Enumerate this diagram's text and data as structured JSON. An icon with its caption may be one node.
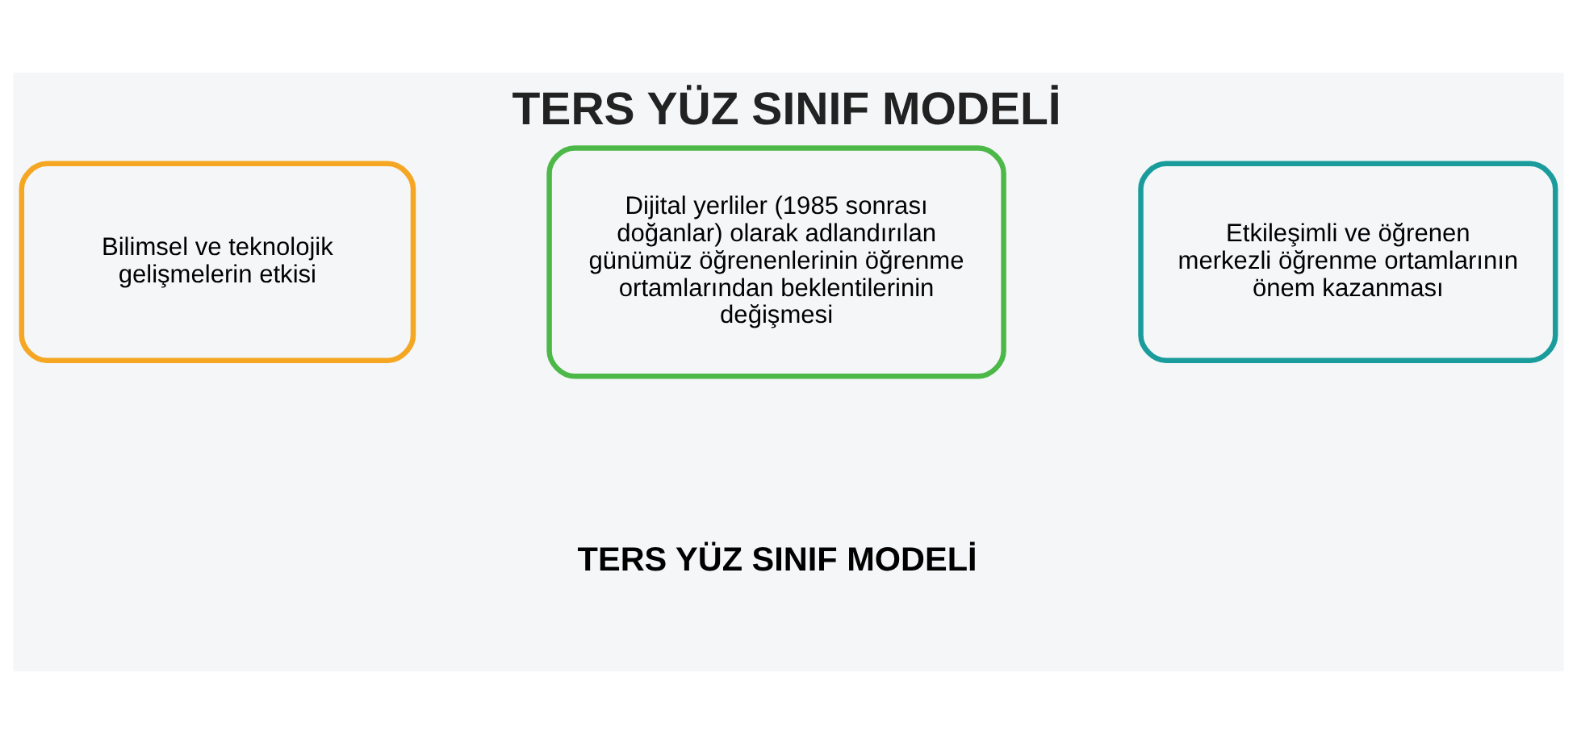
{
  "diagram": {
    "title": "TERS YÜZ SINIF MODELİ",
    "nodes": [
      {
        "text": [
          "Bilimsel ve teknolojik gelişmelerin etkisi"
        ]
      },
      {
        "text": [
          "Dijital yerliler (1985 sonrası doğanlar) olarak adlandırılan günümüz öğrenenlerinin öğrenme ortamlarından beklentilerinin değişmesi"
        ]
      },
      {
        "text": [
          "Etkileşimli ve öğrenen merkezli öğrenme ortamlarının önem kazanması"
        ]
      }
    ],
    "labels": [
      "TERS YÜZ SINIF MODELİ"
    ]
  }
}
